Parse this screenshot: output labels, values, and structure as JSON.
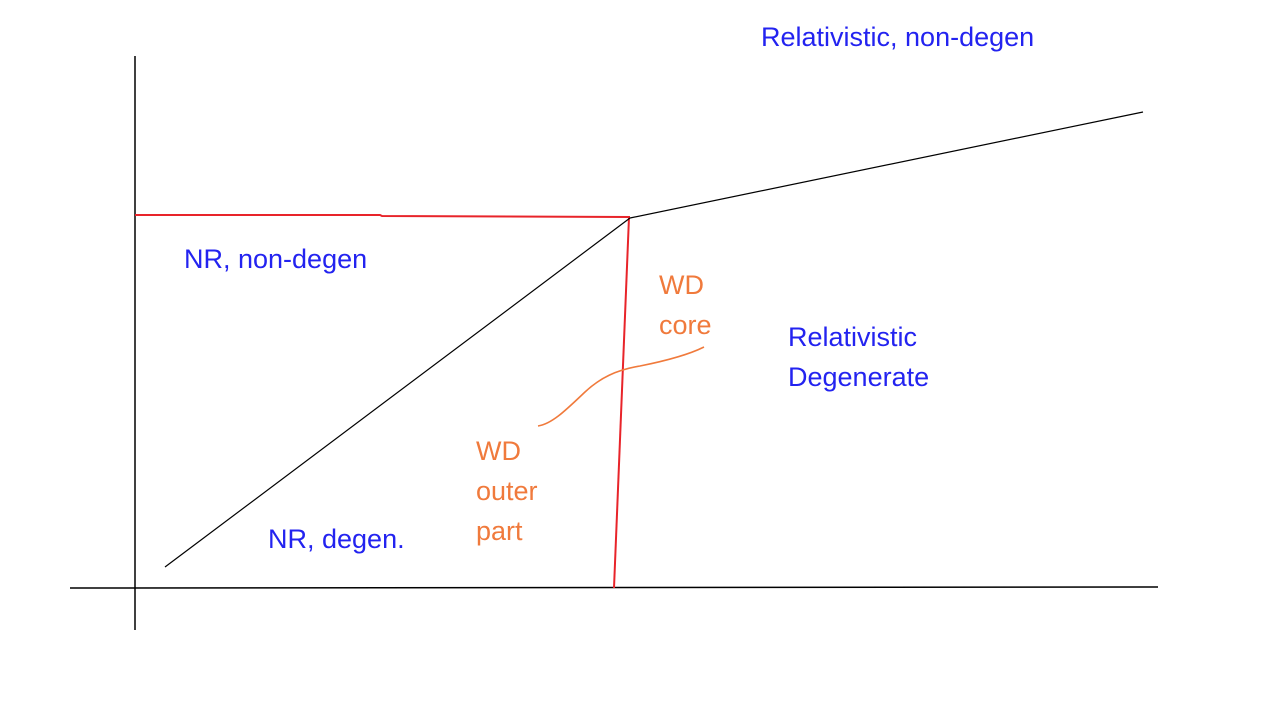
{
  "colors": {
    "region_label": "#2323f0",
    "white_dwarf_label": "#f07a3c",
    "boundary_red": "#e8242a",
    "axis_black": "#000000",
    "background": "#ffffff"
  },
  "regions": {
    "relativistic_non_degen": "Relativistic, non-degen",
    "nr_non_degen": "NR, non-degen",
    "nr_degen": "NR, degen.",
    "relativistic_degenerate": {
      "line1": "Relativistic",
      "line2": "Degenerate"
    }
  },
  "white_dwarf": {
    "core": {
      "line1": "WD",
      "line2": "core"
    },
    "outer": {
      "line1": "WD",
      "line2": "outer",
      "line3": "part"
    }
  }
}
